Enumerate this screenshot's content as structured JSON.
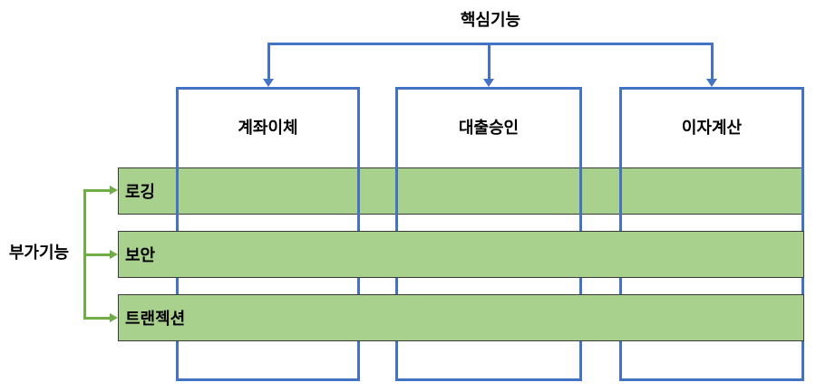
{
  "title": "핵심기능",
  "side_label": "부가기능",
  "core_modules": [
    {
      "label": "계좌이체"
    },
    {
      "label": "대출승인"
    },
    {
      "label": "이자계산"
    }
  ],
  "aspects": [
    {
      "label": "로깅"
    },
    {
      "label": "보안"
    },
    {
      "label": "트랜젝션"
    }
  ],
  "colors": {
    "connector_blue": "#4472C4",
    "bracket_green": "#70AD47",
    "aspect_fill": "#A9D18E",
    "aspect_border": "#3A3A3A",
    "text": "#000000",
    "background": "#FFFFFF"
  }
}
